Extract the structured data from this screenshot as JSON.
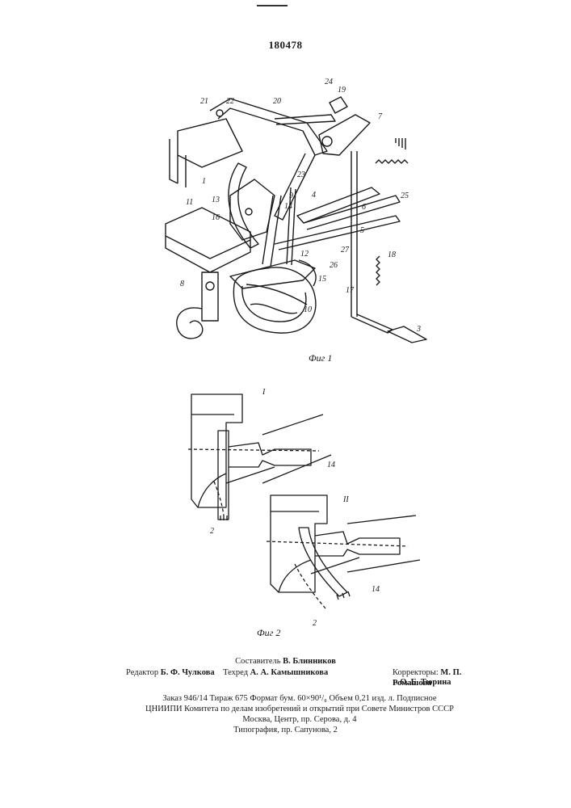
{
  "patent_number": "180478",
  "figure_1": {
    "caption": "Фиг 1",
    "labels": [
      "24",
      "19",
      "21",
      "22",
      "20",
      "7",
      "23",
      "1",
      "4",
      "6",
      "25",
      "13",
      "9",
      "14",
      "11",
      "16",
      "5",
      "27",
      "12",
      "18",
      "26",
      "8",
      "15",
      "17",
      "10",
      "3"
    ]
  },
  "figure_2": {
    "caption": "Фиг 2",
    "view_labels": [
      "I",
      "II"
    ],
    "part_labels": [
      "14",
      "2",
      "14",
      "2"
    ]
  },
  "credits": {
    "compiler_label": "Составитель",
    "compiler_name": "В. Блинников",
    "editor_label": "Редактор",
    "editor_name": "Б. Ф. Чулкова",
    "tech_editor_label": "Техред",
    "tech_editor_name": "А. А. Камышникова",
    "correctors_label": "Корректоры:",
    "corrector_1": "М. П. Ромашова",
    "corrector_2_prefix": "и",
    "corrector_2": "О. Б. Тюрина"
  },
  "publication": {
    "line_1": "Заказ 946/14   Тираж 675   Формат бум. 60×90¹/₈   Объем 0,21 изд. л.   Подписное",
    "line_2": "ЦНИИПИ Комитета по делам изобретений и открытий при Совете Министров СССР",
    "line_3": "Москва, Центр, пр. Серова, д. 4"
  },
  "typography": "Типография, пр. Сапунова, 2"
}
